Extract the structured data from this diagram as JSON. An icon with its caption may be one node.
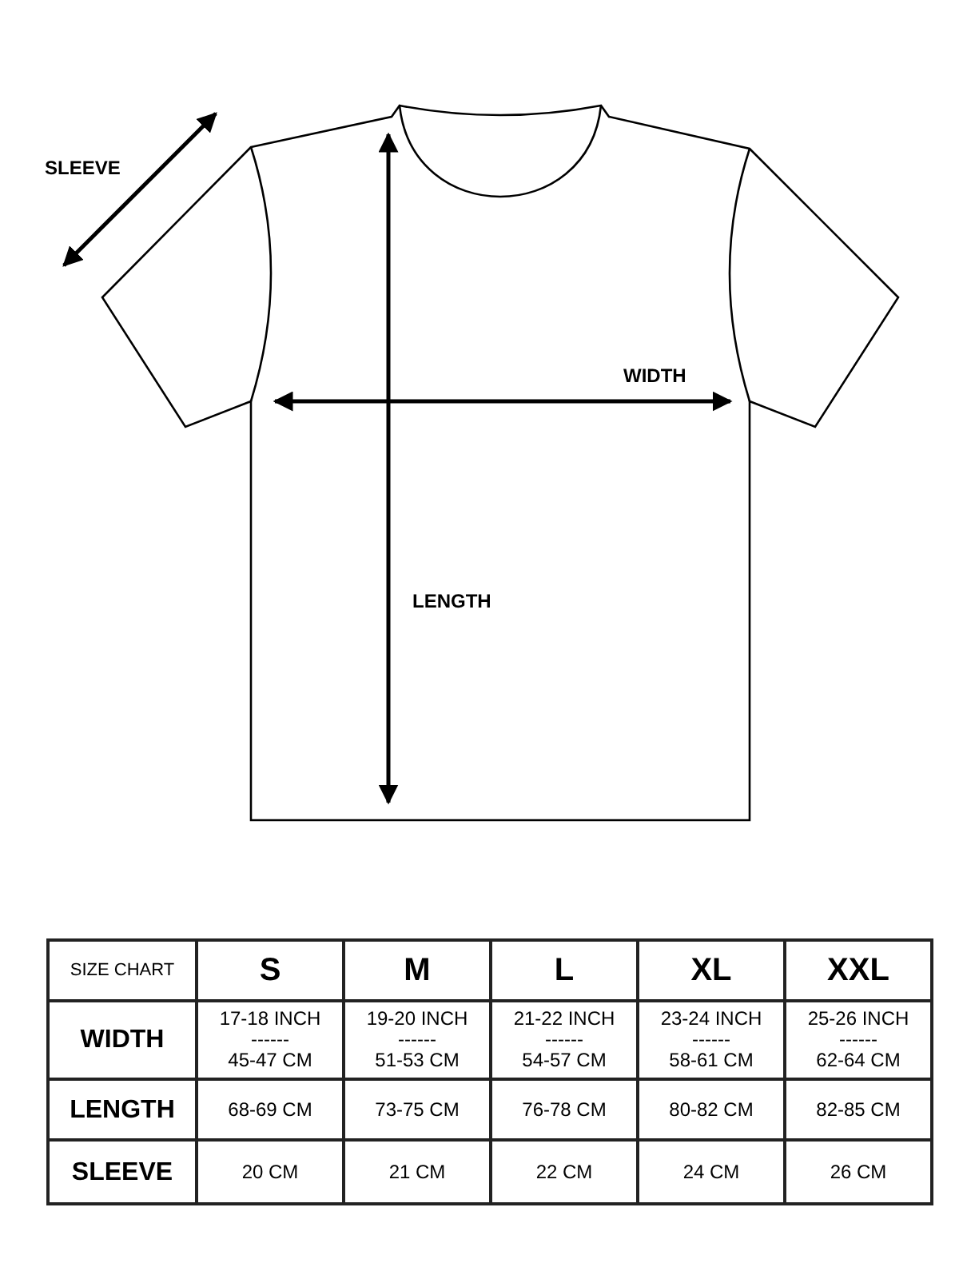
{
  "diagram": {
    "labels": [
      "SLEEVE",
      "WIDTH",
      "LENGTH",
      "SIZE CHART",
      "S",
      "M",
      "L",
      "XL",
      "XXL",
      "WIDTH",
      "17-18 INCH",
      "------",
      "45-47 CM",
      "19-20 INCH",
      "------",
      "51-53 CM",
      "21-22 INCH",
      "------",
      "54-57 CM",
      "23-24 INCH",
      "------",
      "58-61 CM",
      "25-26 INCH",
      "------",
      "62-64 CM",
      "LENGTH",
      "68-69 CM",
      "73-75 CM",
      "76-78 CM",
      "80-82 CM",
      "82-85 CM",
      "SLEEVE",
      "20 CM",
      "21 CM",
      "22 CM",
      "24 CM",
      "26 CM"
    ]
  }
}
